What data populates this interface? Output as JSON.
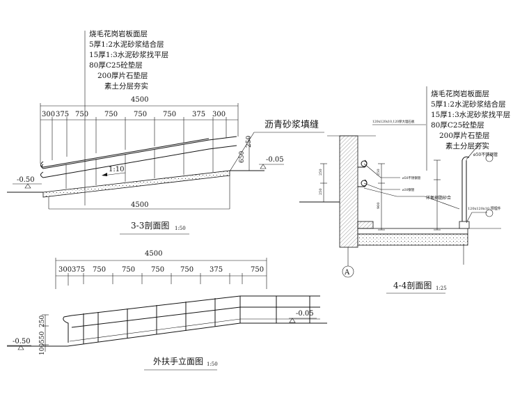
{
  "layers_3_3": [
    "烧毛花岗岩板面层",
    "5厚1:2水泥砂浆结合层",
    "15厚1:3水泥砂浆找平层",
    "80厚C25砼垫层",
    "200厚片石垫层",
    "素土分层夯实"
  ],
  "layers_4_4": [
    "烧毛花岗岩板面层",
    "5厚1:2水泥砂浆结合层",
    "15厚1:3水泥砂浆找平层",
    "80厚C25砼垫层",
    "200厚片石垫层",
    "素土分层夯实"
  ],
  "section_3_3": {
    "title": "3-3剖面图",
    "scale": "1:50",
    "total_top": "4500",
    "segments_top": [
      "300",
      "375",
      "750",
      "750",
      "750",
      "750",
      "375",
      "300"
    ],
    "total_bottom": "4500",
    "slope": "1:10",
    "right_dims": [
      "250",
      "650"
    ],
    "level_left": "-0.50",
    "level_right": "-0.05",
    "callout": "沥青砂浆填缝"
  },
  "section_4_4": {
    "title": "4-4剖面图",
    "scale": "1:25",
    "axis": "A",
    "note_pipe": "ø50不锈钢管",
    "note_ring": "环氧树脂砂合",
    "note_anchor": "120x120x10 预埋件",
    "small_notes": [
      "120x120x10,120厚大理石板",
      "ø50不锈钢管",
      "ø30钢管"
    ]
  },
  "elevation": {
    "title": "外扶手立面图",
    "scale": "1:50",
    "total": "4500",
    "segments": [
      "300",
      "375",
      "750",
      "750",
      "750",
      "750",
      "375",
      "750"
    ],
    "side_dims": [
      "250",
      "550",
      "100"
    ],
    "level_left": "-0.50",
    "level_right": "-0.05"
  }
}
